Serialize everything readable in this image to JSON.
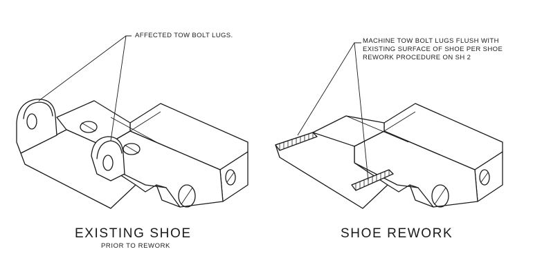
{
  "left_view": {
    "callout": "AFFECTED TOW BOLT LUGS.",
    "title": "EXISTING SHOE",
    "subtitle": "PRIOR TO REWORK"
  },
  "right_view": {
    "callout_lines": [
      "MACHINE TOW BOLT LUGS FLUSH WITH",
      "EXISTING SURFACE OF SHOE PER SHOE",
      "REWORK PROCEDURE ON SH 2"
    ],
    "title": "SHOE REWORK"
  }
}
